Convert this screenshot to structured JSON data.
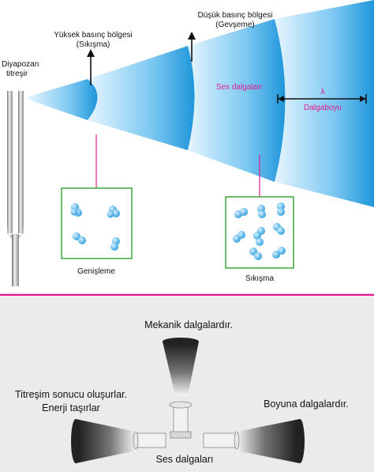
{
  "top": {
    "fork_label_line1": "Diyapozan",
    "fork_label_line2": "titreşir",
    "high_pressure_line1": "Yüksek basınç bölgesi",
    "high_pressure_line2": "(Sıkışma)",
    "low_pressure_line1": "Düşük basınç bölgesi",
    "low_pressure_line2": "(Gevşeme)",
    "sound_waves": "Ses dalgaları",
    "lambda": "λ",
    "wavelength": "Dalgaboyu",
    "expansion": "Genişleme",
    "compression": "Sıkışma"
  },
  "bottom": {
    "mechanical": "Mekanik dalgalardır.",
    "vibration_line1": "Titreşim sonucu oluşurlar.",
    "vibration_line2": "Enerji taşırlar",
    "longitudinal": "Boyuna dalgalardır.",
    "center": "Ses dalgaları"
  },
  "colors": {
    "wave_light": "#e6f5fd",
    "wave_dark": "#2a9fe0",
    "magenta": "#e21c8c",
    "box_green": "#3aa53a",
    "molecule": "#38a8e6",
    "panel_bg": "#ebebeb"
  }
}
